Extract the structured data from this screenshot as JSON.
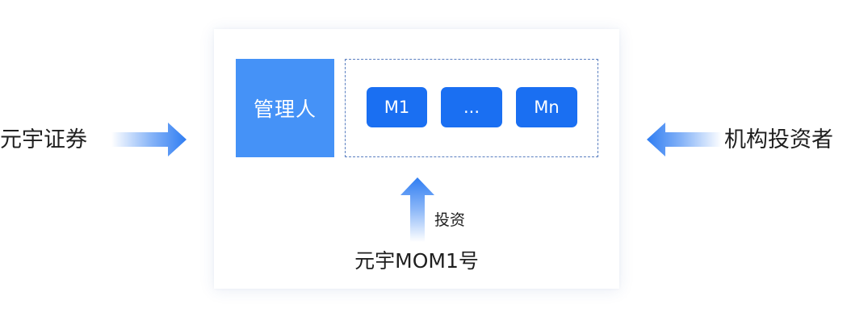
{
  "left_party": "元宇证券",
  "right_party": "机构投资者",
  "manager_label": "管理人",
  "sub_accounts": [
    "M1",
    "...",
    "Mn"
  ],
  "invest_label": "投资",
  "fund_name": "元宇MOM1号",
  "colors": {
    "manager_fill": "#4592f7",
    "sub_account_fill": "#1a6ff2",
    "arrow": "#2f7df2",
    "dashed_border": "#5a7fc0"
  },
  "icons": {
    "left_arrow": "arrow-right-icon",
    "right_arrow": "arrow-left-icon",
    "invest_arrow": "arrow-up-icon"
  }
}
